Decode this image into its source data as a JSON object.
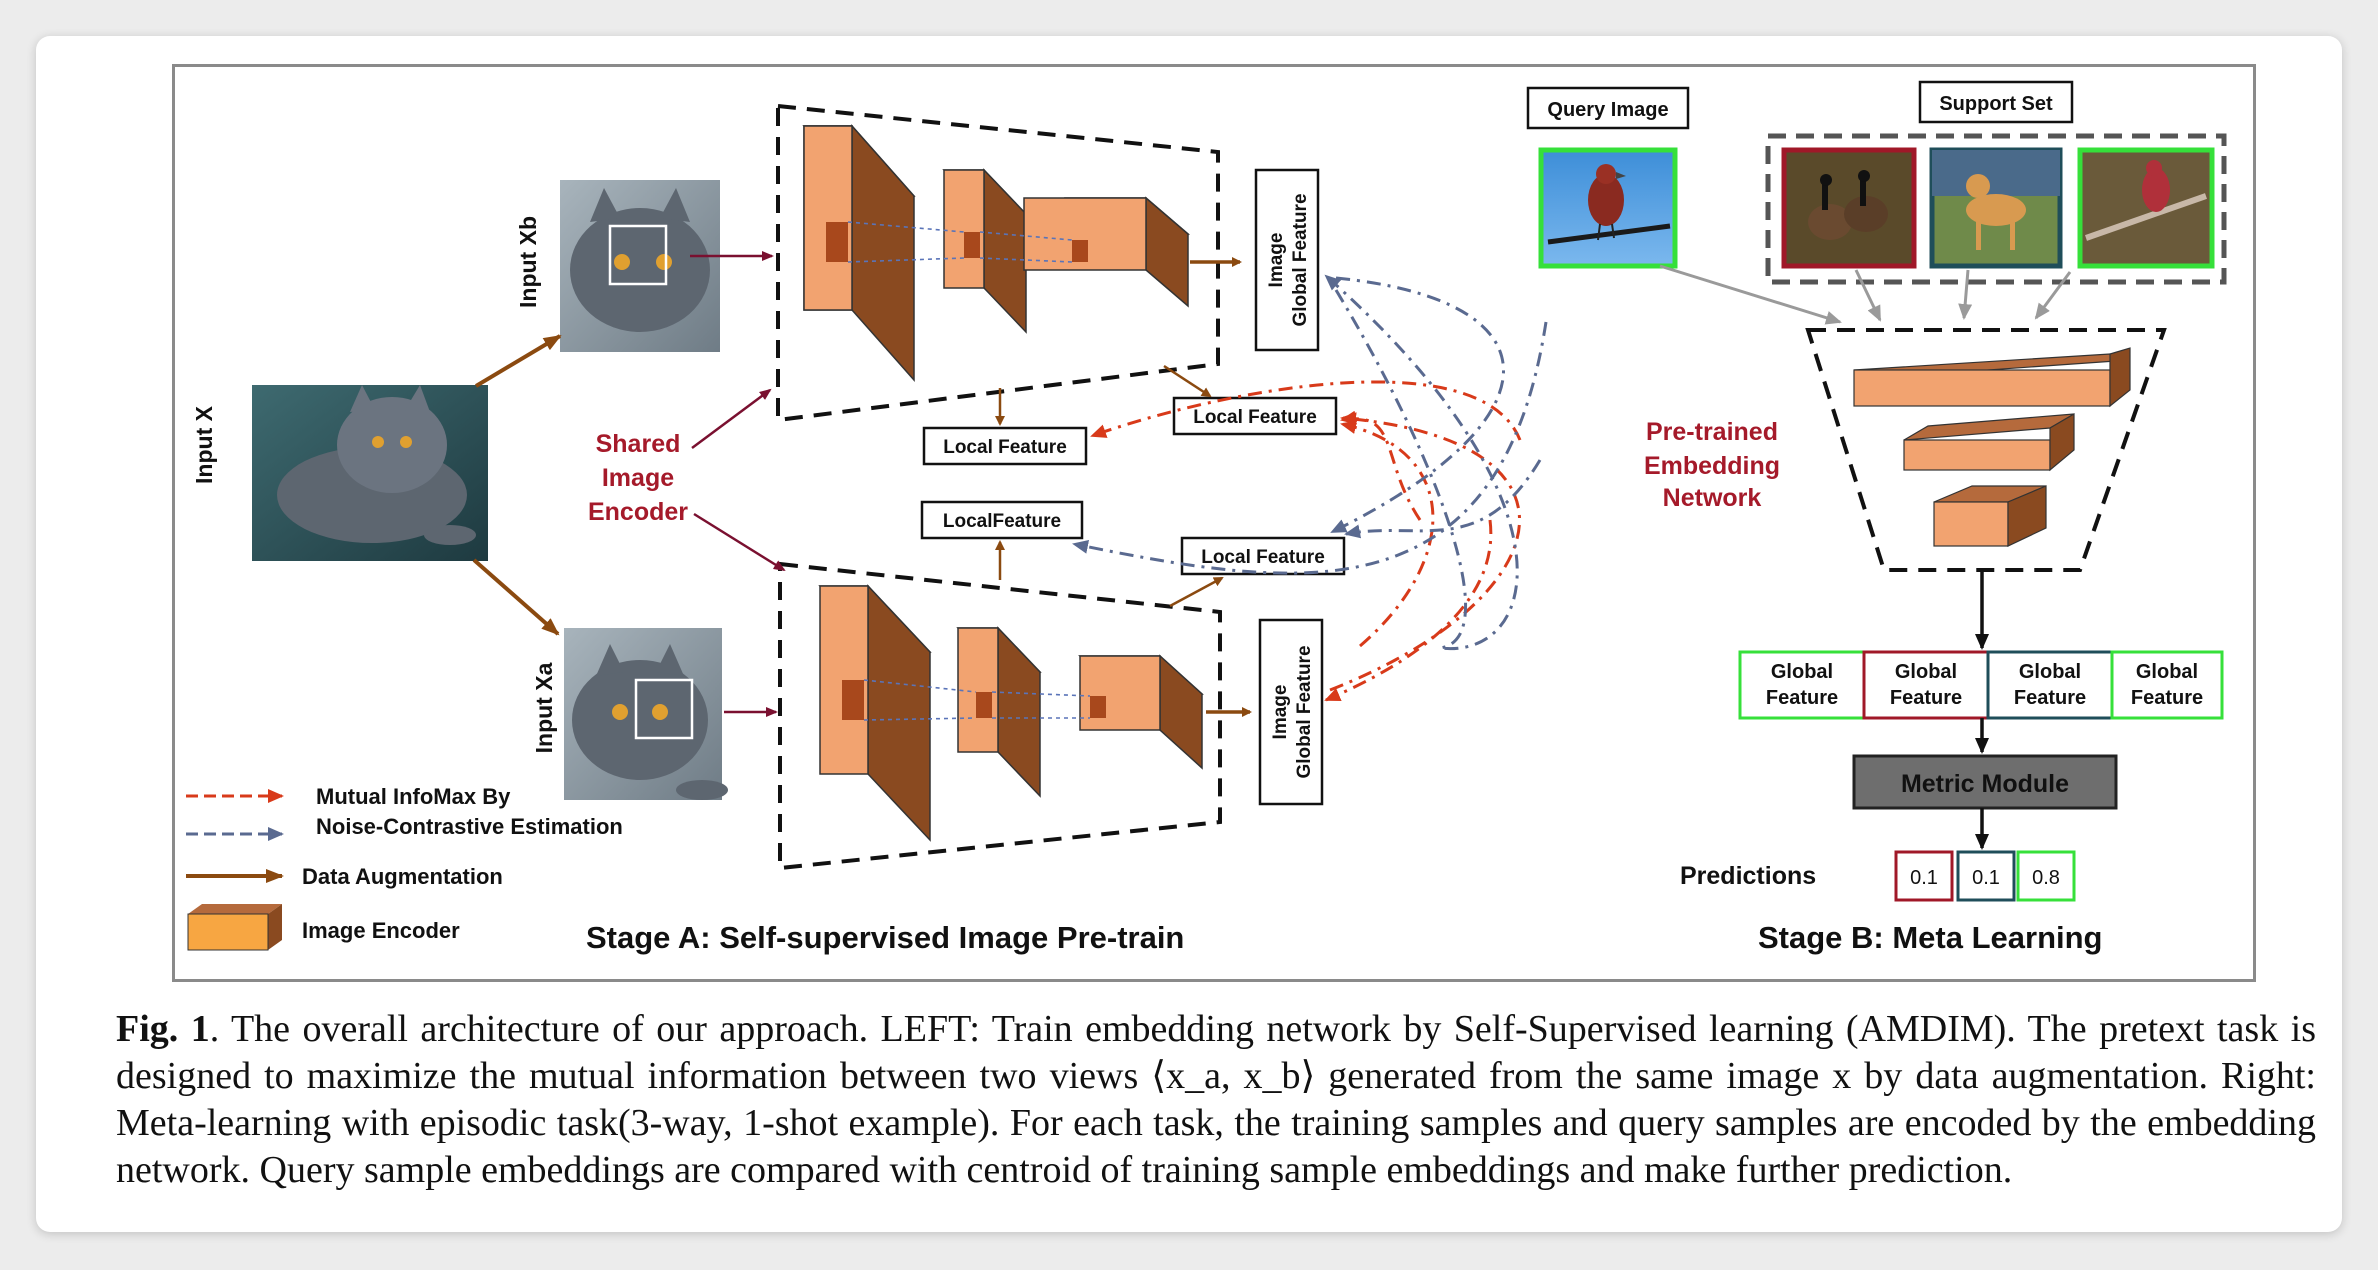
{
  "colors": {
    "encoder_front": "#f2a370",
    "encoder_top": "#b56a3c",
    "encoder_dark": "#8a4a20",
    "augment_arrow": "#8b4a10",
    "mim_red": "#d83a1a",
    "nce_blue": "#5a6a90",
    "maroon_text": "#a51a2a",
    "green_border": "#36e03a",
    "darkred_border": "#a01828",
    "darkteal_border": "#1f4e5a"
  },
  "stage_a": {
    "input_x": "Input X",
    "input_xb": "Input Xb",
    "input_xa": "Input Xa",
    "shared_encoder": [
      "Shared",
      "Image",
      "Encoder"
    ],
    "global_feature_top": [
      "Image",
      "Global Feature"
    ],
    "global_feature_bottom": [
      "Image",
      "Global Feature"
    ],
    "local_feature_1": "Local Feature",
    "local_feature_2": "Local Feature",
    "local_feature_3": "LocalFeature",
    "local_feature_4": "Local Feature",
    "title": "Stage A: Self-supervised Image Pre-train"
  },
  "legend": {
    "mim_line1": "Mutual InfoMax By",
    "mim_line2": "Noise-Contrastive Estimation",
    "augment": "Data Augmentation",
    "encoder": "Image Encoder"
  },
  "stage_b": {
    "query_image": "Query Image",
    "support_set": "Support Set",
    "pretrained": [
      "Pre-trained",
      "Embedding",
      "Network"
    ],
    "global_features": [
      [
        "Global",
        "Feature"
      ],
      [
        "Global",
        "Feature"
      ],
      [
        "Global",
        "Feature"
      ],
      [
        "Global",
        "Feature"
      ]
    ],
    "metric_module": "Metric Module",
    "predictions_label": "Predictions",
    "predictions": [
      "0.1",
      "0.1",
      "0.8"
    ],
    "title": "Stage B: Meta Learning"
  },
  "caption": {
    "label": "Fig. 1",
    "text": ". The overall architecture of our approach. LEFT: Train embedding network by Self-Supervised learning (AMDIM). The pretext task is designed to maximize the mutual information between two views ⟨x_a, x_b⟩ generated from the same image x by data augmentation. Right: Meta-learning with episodic task(3-way, 1-shot example). For each task, the training samples and query samples are encoded by the embedding network. Query sample embeddings are compared with centroid of training sample embeddings and make further prediction."
  }
}
